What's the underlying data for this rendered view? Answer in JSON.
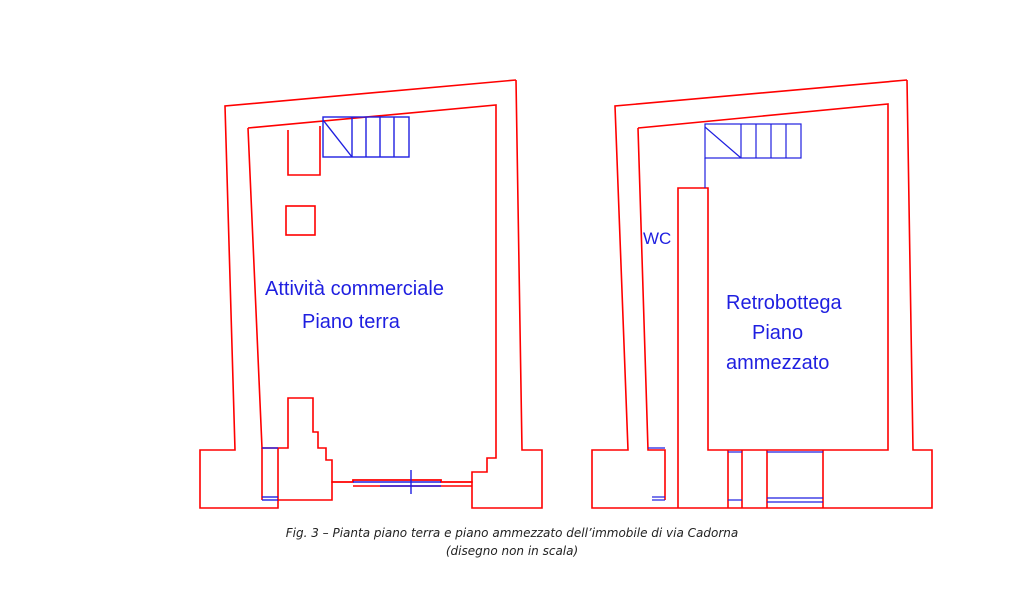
{
  "left_plan": {
    "label_line1": "Attività commerciale",
    "label_line2": "Piano terra"
  },
  "right_plan": {
    "wc_label": "WC",
    "label_line1": "Retrobottega",
    "label_line2": "Piano",
    "label_line3": "ammezzato"
  },
  "caption": {
    "line1": "Fig. 3 – Pianta piano terra e piano ammezzato dell’immobile di via Cadorna",
    "line2": "(disegno non in scala)"
  },
  "colors": {
    "walls": "#ff0000",
    "fixtures": "#1f1fe0",
    "text": "#1f1fe0"
  }
}
